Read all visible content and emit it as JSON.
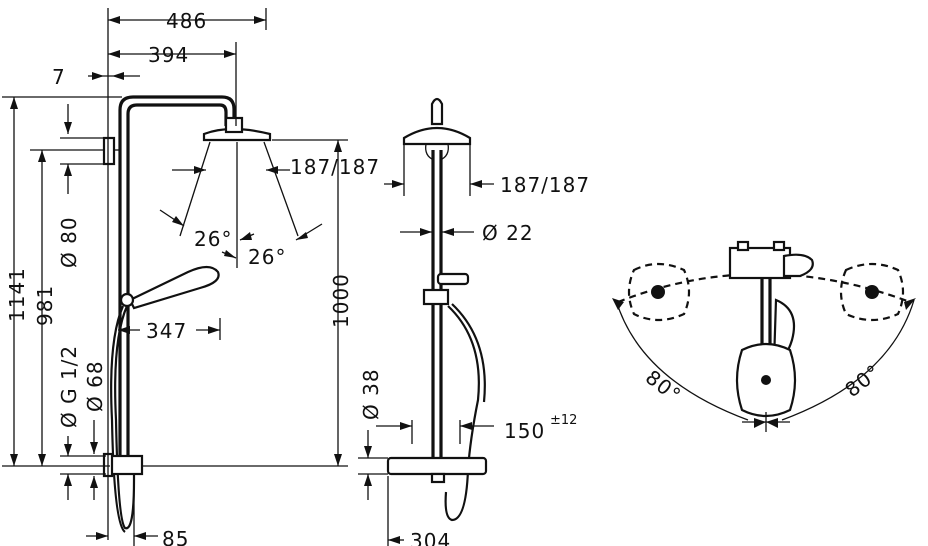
{
  "front_view": {
    "width_486": "486",
    "reach_394": "394",
    "offset_7": "7",
    "height_1141": "1141",
    "height_981": "981",
    "diameter_80": "Ø 80",
    "thread_g12": "Ø G 1/2",
    "diameter_68": "Ø 68",
    "spray_187": "187/187",
    "angle_left": "26°",
    "angle_right": "26°",
    "hand_reach_347": "347",
    "height_1000": "1000",
    "depth_85": "85"
  },
  "side_view": {
    "spray_187": "187/187",
    "pipe_22": "Ø 22",
    "diameter_38": "Ø 38",
    "distance_150": "150",
    "tolerance": "±12",
    "width_304": "304"
  },
  "top_view": {
    "rotation_left": "80°",
    "rotation_right": "80°"
  }
}
